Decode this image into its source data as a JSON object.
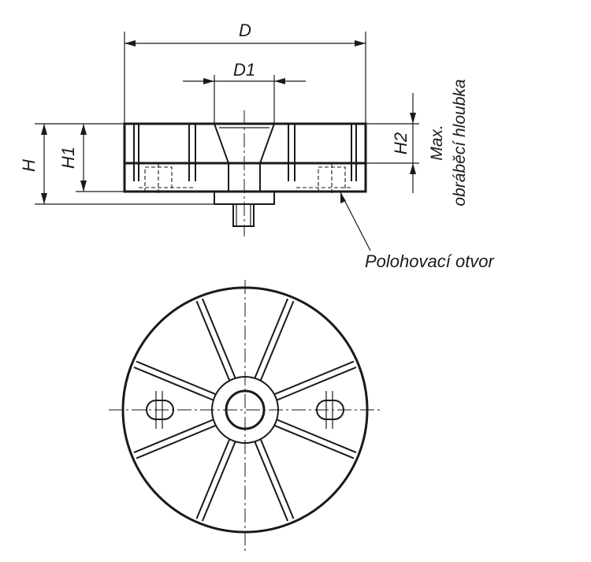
{
  "labels": {
    "D": "D",
    "D1": "D1",
    "H": "H",
    "H1": "H1",
    "H2": "H2",
    "max_line1": "Max.",
    "max_line2": "obráběcí hloubka",
    "callout": "Polohovací otvor"
  }
}
